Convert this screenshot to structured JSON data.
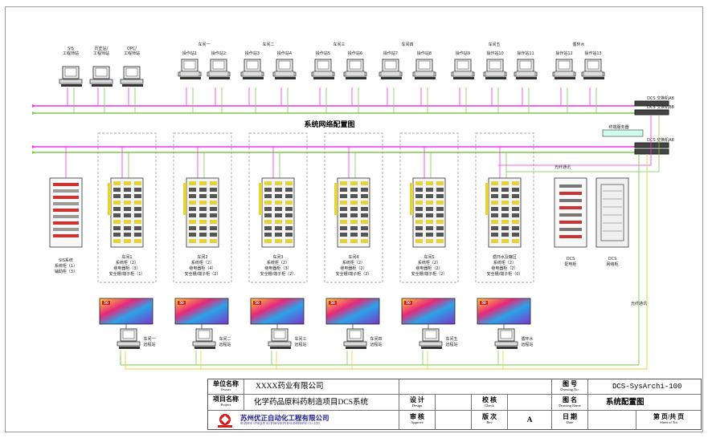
{
  "diagram_title": "系统网络配置图",
  "top_stations": [
    {
      "label": "SIS 工程师站"
    },
    {
      "label": "历史站/ 工程师站"
    },
    {
      "label": "OPC/ 工程师站"
    }
  ],
  "workshop_headers": [
    "车间一",
    "车间二",
    "车间三",
    "车间四",
    "车间五",
    "循环水"
  ],
  "operator_stations": [
    "操作站1",
    "操作站2",
    "操作站3",
    "操作站4",
    "操作站5",
    "操作站6",
    "操作站7",
    "操作站8",
    "操作站9",
    "操作站10",
    "操作站11",
    "操作站12",
    "操作站13"
  ],
  "switch_labels": [
    "DCS 交换机A8",
    "DCS 交换机B8"
  ],
  "terminal_server": "终端服务器",
  "fiber_label": "光纤通讯",
  "fiber_label2": "光纤通讯",
  "sis_cabinet": "SIS系统 系统柜（1） 辅助柜（3）",
  "cabinets": [
    {
      "name": "车间1",
      "lines": [
        "系统柜（2）",
        "继电器柜（3）",
        "安全栅/端子柜（1）"
      ]
    },
    {
      "name": "车间2",
      "lines": [
        "系统柜（2）",
        "继电器柜（4）",
        "安全栅/端子柜（2）"
      ]
    },
    {
      "name": "车间3",
      "lines": [
        "系统柜（2）",
        "继电器柜（3）",
        "安全栅/端子柜（2）"
      ]
    },
    {
      "name": "车间4",
      "lines": [
        "系统柜（2）",
        "继电器柜（2）",
        "安全栅/端子柜（2）"
      ]
    },
    {
      "name": "车间5",
      "lines": [
        "系统柜（2）",
        "继电器柜（2）",
        "安全栅/端子柜（2）"
      ]
    },
    {
      "name": "循环水及罐区",
      "lines": [
        "系统柜（2）",
        "继电器柜（2）",
        "安全栅/端子柜（0）"
      ]
    }
  ],
  "dcs_power": "DCS 配电柜",
  "dcs_network": "DCS 网络柜",
  "remote_stations": [
    "车间一 远程站",
    "车间二 远程站",
    "车间三 远程站",
    "车间四 远程站",
    "车间五 远程站",
    "循环水 远程站"
  ],
  "screen_badge": "50",
  "title_block": {
    "owner_label": "单位名称",
    "owner_label_en": "Owner",
    "owner_value": "XXXX药业有限公司",
    "project_label": "项目名称",
    "project_label_en": "Project",
    "project_value": "化学药品原料药制造项目DCS系统",
    "company": "苏州优正自动化工程有限公司",
    "company_en": "SUZHOU UNIQUE AUTOMATION ENGINEERING CO.,LTD.",
    "design_label": "设 计",
    "design_en": "Design",
    "check_label": "校 核",
    "check_en": "Check",
    "approve_label": "审 核",
    "approve_en": "Approve",
    "rev_label": "版 次",
    "rev_en": "Rev",
    "rev_value": "A",
    "drawing_no_label": "图 号",
    "drawing_no_en": "Drawing No.",
    "drawing_no_value": "DCS-SysArchi-100",
    "drawing_name_label": "图 名",
    "drawing_name_en": "Drawing Name",
    "drawing_name_value": "系统配置图",
    "date_label": "日 期",
    "date_en": "Date",
    "sheet_label": "第 页/共 页",
    "sheet_en": "Sheet of Tot"
  },
  "colors": {
    "magenta": "#f030f0",
    "green": "#7ac94a",
    "yellow": "#e6d23a",
    "teal": "#3aa0a0"
  }
}
